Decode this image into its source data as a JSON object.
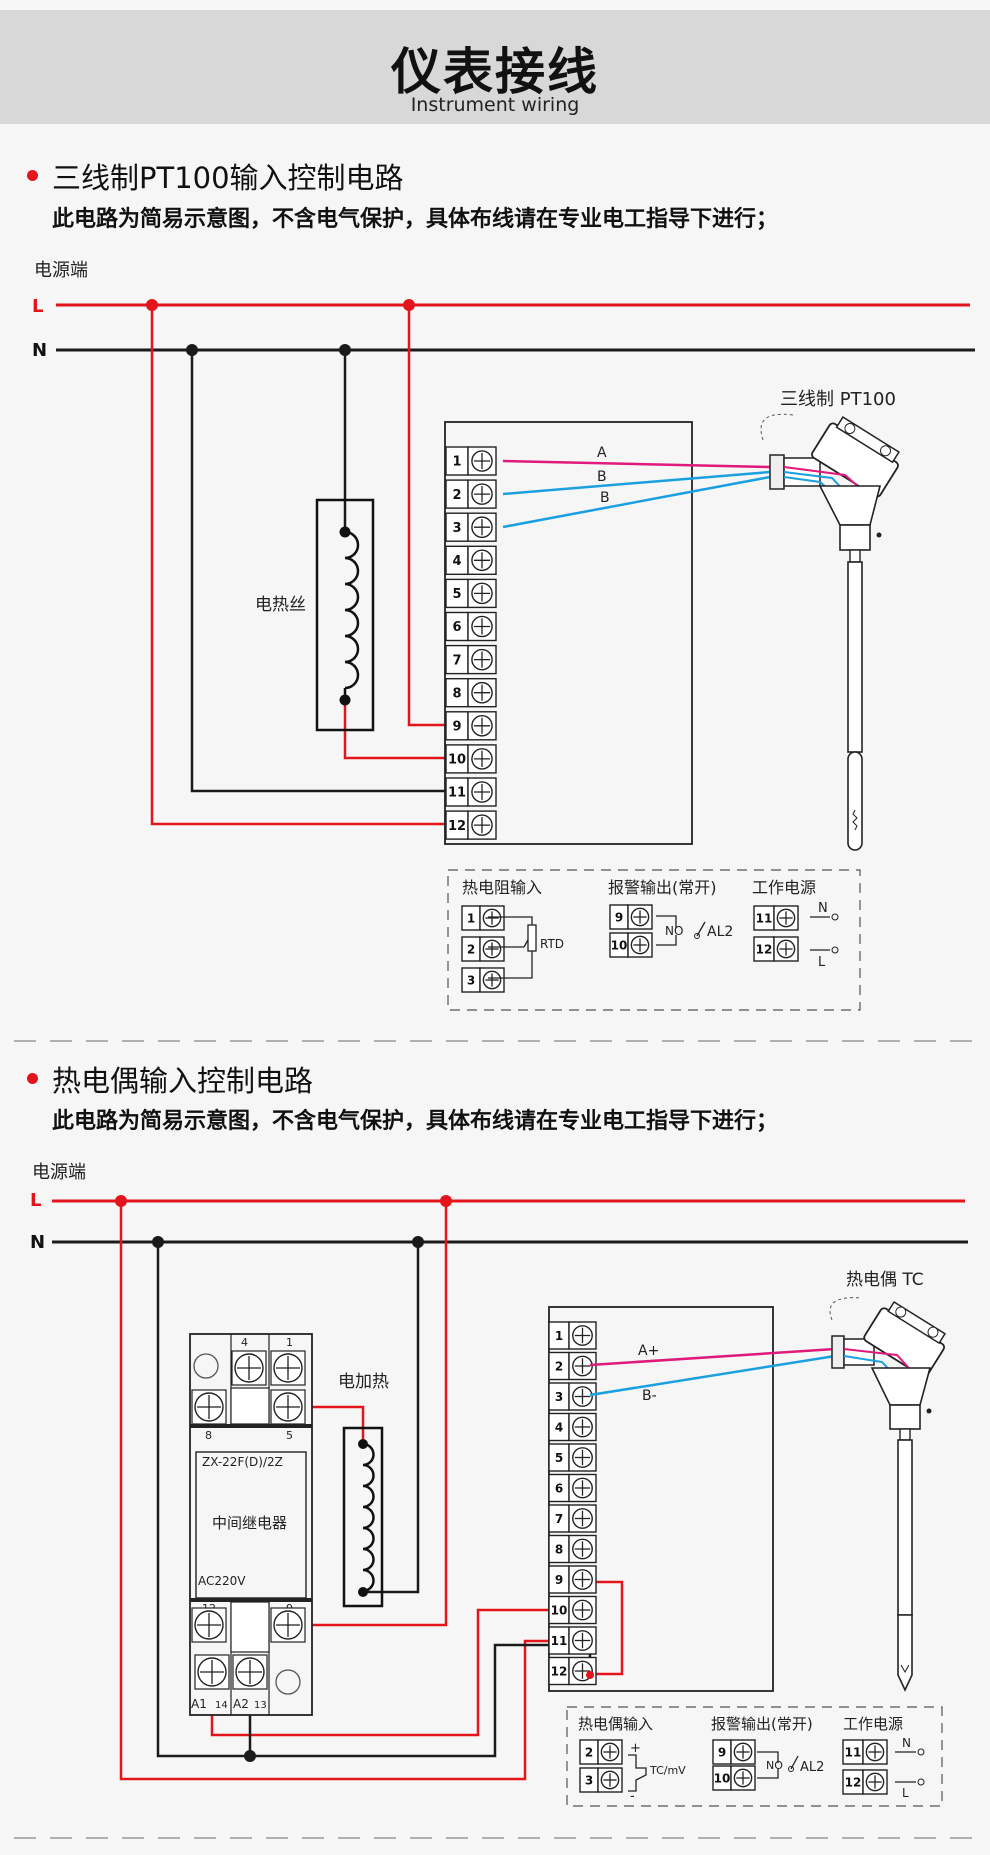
{
  "header": {
    "title": "仪表接线",
    "subtitle": "Instrument wiring"
  },
  "colors": {
    "live": "#e3141c",
    "neutral": "#1a1a1a",
    "wire_a": "#e0197d",
    "wire_b": "#1a9fe0",
    "header_bg": "#d8d8d8"
  },
  "section1": {
    "title": "三线制PT100输入控制电路",
    "note": "此电路为简易示意图，不含电气保护，具体布线请在专业电工指导下进行；",
    "power_label": "电源端",
    "line_l": "L",
    "line_n": "N",
    "heater_label": "电热丝",
    "sensor_label": "三线制 PT100",
    "wire_labels": [
      "A",
      "B",
      "B"
    ],
    "terminals": [
      "1",
      "2",
      "3",
      "4",
      "5",
      "6",
      "7",
      "8",
      "9",
      "10",
      "11",
      "12"
    ],
    "legend": {
      "rtd_title": "热电阻输入",
      "rtd_terms": [
        "1",
        "2",
        "3"
      ],
      "rtd_label": "RTD",
      "alarm_title": "报警输出(常开)",
      "alarm_terms": [
        "9",
        "10"
      ],
      "no_label": "NO",
      "al2_label": "AL2",
      "power_title": "工作电源",
      "power_terms": [
        "11",
        "12"
      ],
      "n_label": "N",
      "l_label": "L"
    }
  },
  "section2": {
    "title": "热电偶输入控制电路",
    "note": "此电路为简易示意图，不含电气保护，具体布线请在专业电工指导下进行；",
    "power_label": "电源端",
    "line_l": "L",
    "line_n": "N",
    "heater_label": "电加热",
    "sensor_label": "热电偶 TC",
    "wire_labels": [
      "A+",
      "B-"
    ],
    "terminals": [
      "1",
      "2",
      "3",
      "4",
      "5",
      "6",
      "7",
      "8",
      "9",
      "10",
      "11",
      "12"
    ],
    "relay": {
      "model": "ZX-22F(D)/2Z",
      "name": "中间继电器",
      "voltage": "AC220V",
      "top_terms": [
        "4",
        "1"
      ],
      "mid_terms": [
        "8",
        "5"
      ],
      "low_terms": [
        "12",
        "9"
      ],
      "bottom_terms": [
        "A1",
        "14",
        "A2",
        "13"
      ]
    },
    "legend": {
      "tc_title": "热电偶输入",
      "tc_terms": [
        "2",
        "3"
      ],
      "tc_label": "TC/mV",
      "plus": "+",
      "minus": "-",
      "alarm_title": "报警输出(常开)",
      "alarm_terms": [
        "9",
        "10"
      ],
      "no_label": "NO",
      "al2_label": "AL2",
      "power_title": "工作电源",
      "power_terms": [
        "11",
        "12"
      ],
      "n_label": "N",
      "l_label": "L"
    }
  }
}
